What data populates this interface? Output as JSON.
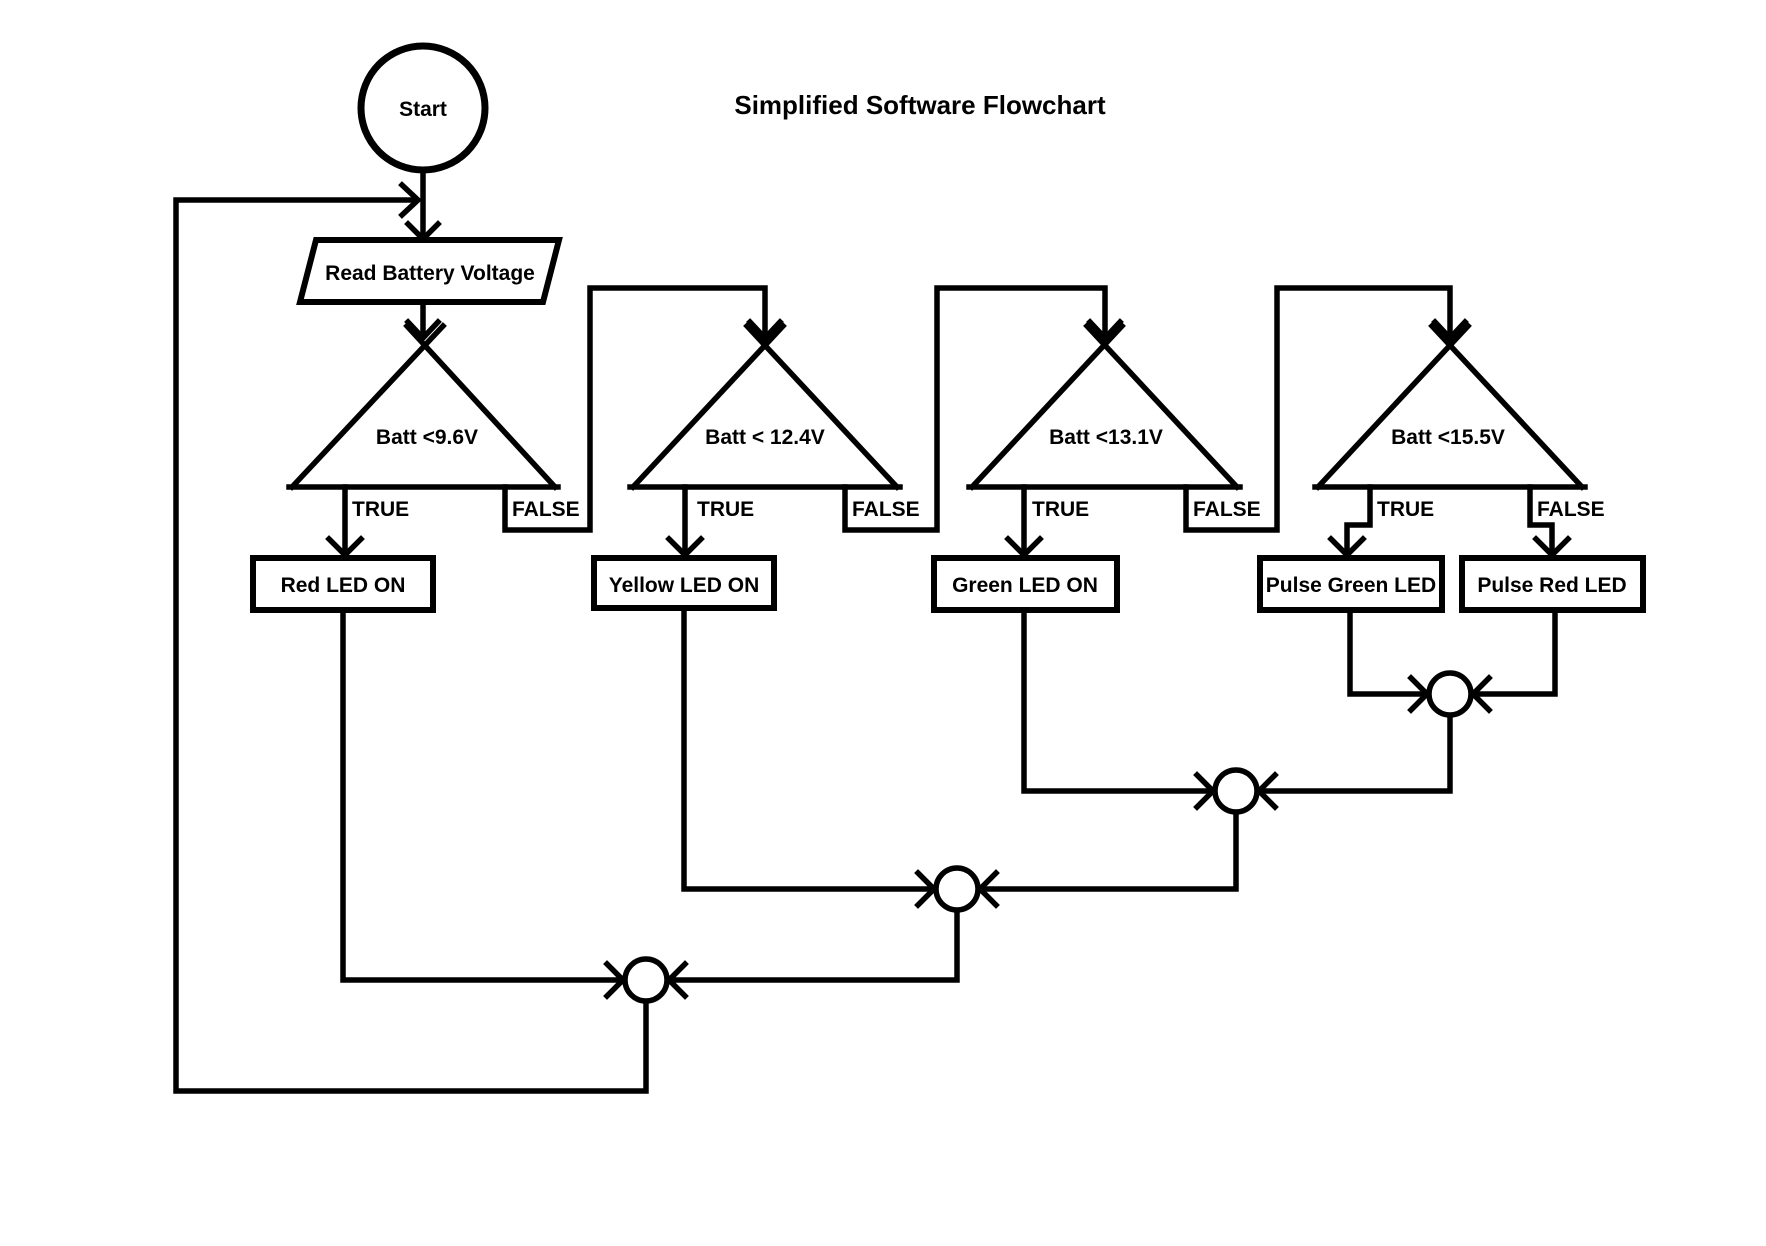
{
  "title": "Simplified Software Flowchart",
  "colors": {
    "ink": "#000000",
    "background": "#ffffff"
  },
  "nodes": {
    "start": {
      "label": "Start"
    },
    "io": {
      "label": "Read Battery Voltage"
    },
    "decisions": [
      {
        "label": "Batt <9.6V",
        "true_label": "TRUE",
        "false_label": "FALSE"
      },
      {
        "label": "Batt < 12.4V",
        "true_label": "TRUE",
        "false_label": "FALSE"
      },
      {
        "label": "Batt <13.1V",
        "true_label": "TRUE",
        "false_label": "FALSE"
      },
      {
        "label": "Batt <15.5V",
        "true_label": "TRUE",
        "false_label": "FALSE"
      }
    ],
    "actions": [
      {
        "label": "Red LED ON"
      },
      {
        "label": "Yellow LED ON"
      },
      {
        "label": "Green LED ON"
      },
      {
        "label": "Pulse Green LED"
      },
      {
        "label": "Pulse Red LED"
      }
    ]
  }
}
